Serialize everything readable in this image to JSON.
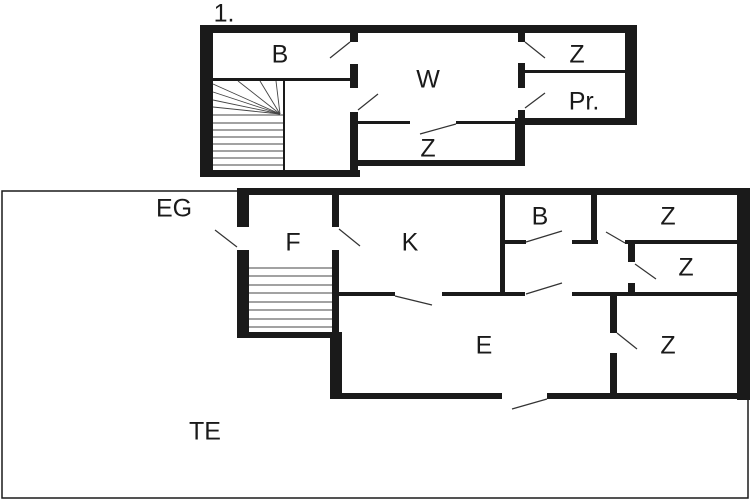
{
  "floors": {
    "upper": {
      "label": "1.",
      "rooms": [
        "B",
        "W",
        "Z",
        "Pr.",
        "Z"
      ]
    },
    "ground": {
      "label": "EG",
      "rooms": [
        "F",
        "K",
        "B",
        "Z",
        "Z",
        "E",
        "Z"
      ],
      "terrace": "TE"
    }
  }
}
